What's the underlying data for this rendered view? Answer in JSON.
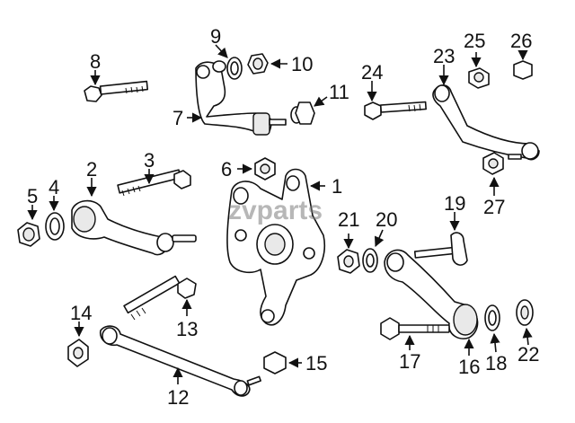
{
  "watermark": "zvparts",
  "callouts": [
    {
      "id": "c1",
      "label": "1"
    },
    {
      "id": "c2",
      "label": "2"
    },
    {
      "id": "c3",
      "label": "3"
    },
    {
      "id": "c4",
      "label": "4"
    },
    {
      "id": "c5",
      "label": "5"
    },
    {
      "id": "c6",
      "label": "6"
    },
    {
      "id": "c7",
      "label": "7"
    },
    {
      "id": "c8",
      "label": "8"
    },
    {
      "id": "c9",
      "label": "9"
    },
    {
      "id": "c10",
      "label": "10"
    },
    {
      "id": "c11",
      "label": "11"
    },
    {
      "id": "c12",
      "label": "12"
    },
    {
      "id": "c13",
      "label": "13"
    },
    {
      "id": "c14",
      "label": "14"
    },
    {
      "id": "c15",
      "label": "15"
    },
    {
      "id": "c16",
      "label": "16"
    },
    {
      "id": "c17",
      "label": "17"
    },
    {
      "id": "c18",
      "label": "18"
    },
    {
      "id": "c19",
      "label": "19"
    },
    {
      "id": "c20",
      "label": "20"
    },
    {
      "id": "c21",
      "label": "21"
    },
    {
      "id": "c22",
      "label": "22"
    },
    {
      "id": "c23",
      "label": "23"
    },
    {
      "id": "c24",
      "label": "24"
    },
    {
      "id": "c25",
      "label": "25"
    },
    {
      "id": "c26",
      "label": "26"
    },
    {
      "id": "c27",
      "label": "27"
    }
  ]
}
